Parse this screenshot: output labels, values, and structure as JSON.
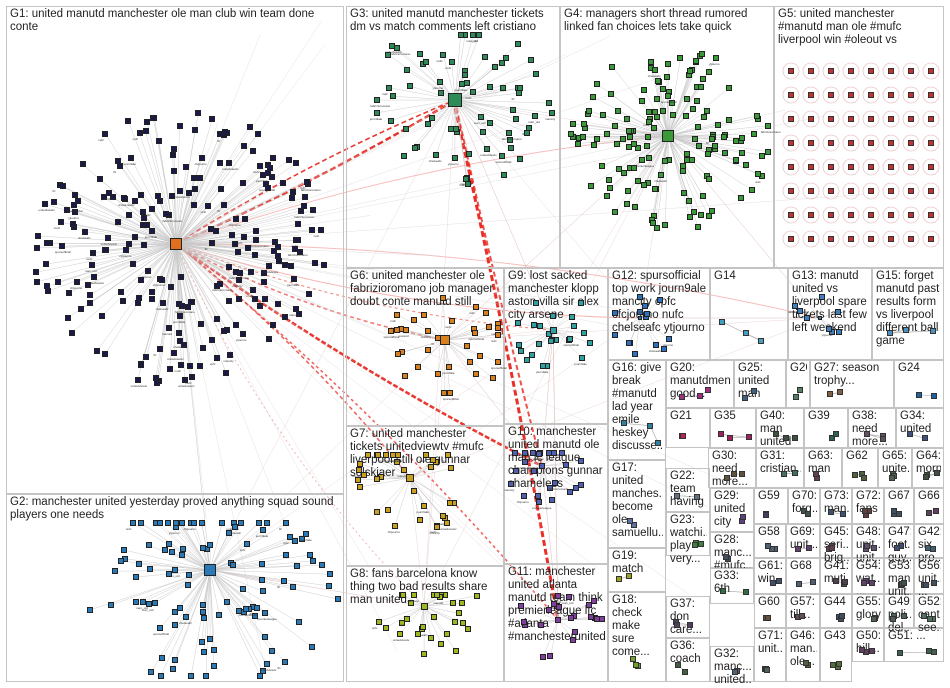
{
  "colors": {
    "edge": "#bdbdbd",
    "edge_strong": "#e8241c",
    "edge_mid": "#e89a96",
    "border": "#c4c4c4",
    "text": "#1f1f1f"
  },
  "groups": [
    {
      "id": "G1",
      "label": "G1: united manutd manchester ole man club win team done conte",
      "color": "#1a1a4a"
    },
    {
      "id": "G2",
      "label": "G2: manchester united yesterday proved anything squad sound players one needs",
      "color": "#2a7ab8"
    },
    {
      "id": "G3",
      "label": "G3: united manutd manchester tickets dm vs match comments left cristiano",
      "color": "#2e8b57"
    },
    {
      "id": "G4",
      "label": "G4: managers short thread rumored linked fan choices lets take quick",
      "color": "#3a9a3a"
    },
    {
      "id": "G5",
      "label": "G5: united manchester #manutd man ole #mufc liverpool win #oleout vs",
      "color": "#c43030"
    },
    {
      "id": "G6",
      "label": "G6: united manchester ole fabrizioromano job manager doubt conte manutd still",
      "color": "#d88020"
    },
    {
      "id": "G7",
      "label": "G7: united manchester tickets unitedviewtv #mufc liverpool still ole gunnar solskjaer",
      "color": "#c8a020"
    },
    {
      "id": "G8",
      "label": "G8: fans barcelona know thing two bad results share man united",
      "color": "#9ab820"
    },
    {
      "id": "G9",
      "label": "G9: lost sacked manchester klopp aston villa sir alex city arsene",
      "color": "#30a0a0"
    },
    {
      "id": "G10",
      "label": "G10: manchester united manutd ole man fc league champions gunnar shameless",
      "color": "#5060b0"
    },
    {
      "id": "G11",
      "label": "G11: manchester united atlanta manutd team think premierleague lfc #atlanta #manchesterunited",
      "color": "#8040a0"
    },
    {
      "id": "G12",
      "label": "G12: spursofficial top work journ9ale mancity cpfc cfcjourno nufc chelseafc ytjourno",
      "color": "#3070c0"
    },
    {
      "id": "G13",
      "label": "G13: manutd united vs liverpool spare tickets last few left weekend",
      "color": "#4080c0"
    },
    {
      "id": "G14",
      "label": "G14",
      "color": "#40a0c0"
    },
    {
      "id": "G15",
      "label": "G15: forget manutd past results form vs liverpool different ball game",
      "color": "#5090c0"
    },
    {
      "id": "G16",
      "label": "G16: give break #manutd lad year emile heskey discusse...",
      "color": "#3080a0"
    },
    {
      "id": "G17",
      "label": "G17: united manches... become ole samuellu...",
      "color": "#6070a0"
    },
    {
      "id": "G18",
      "label": "G18: check make sure come...",
      "color": "#70a030"
    },
    {
      "id": "G19",
      "label": "G19: match",
      "color": "#a0a020"
    },
    {
      "id": "G20",
      "label": "G20: manutdmen good...",
      "color": "#a03080"
    },
    {
      "id": "G21",
      "label": "G21",
      "color": "#c02050"
    },
    {
      "id": "G22",
      "label": "G22: team having",
      "color": "#607080"
    },
    {
      "id": "G23",
      "label": "G23: watchi... play very...",
      "color": "#408040"
    },
    {
      "id": "G24",
      "label": "G24",
      "color": "#2060a0"
    },
    {
      "id": "G25",
      "label": "G25: united man",
      "color": "#406080"
    },
    {
      "id": "G26",
      "label": "G26",
      "color": "#508060"
    },
    {
      "id": "G27",
      "label": "G27: season trophy...",
      "color": "#806040"
    },
    {
      "id": "G28",
      "label": "G28: manc... #mufc...",
      "color": "#405060"
    },
    {
      "id": "G29",
      "label": "G29: united city",
      "color": "#604080"
    },
    {
      "id": "G30",
      "label": "G30: need more...",
      "color": "#605040"
    },
    {
      "id": "G31",
      "label": "G31: cristian...",
      "color": "#407060"
    },
    {
      "id": "G32",
      "label": "G32: manc... united...",
      "color": "#506070"
    },
    {
      "id": "G33",
      "label": "G33: 6th",
      "color": "#307040"
    },
    {
      "id": "G34",
      "label": "G34: united",
      "color": "#405080"
    },
    {
      "id": "G35",
      "label": "G35",
      "color": "#a02060"
    },
    {
      "id": "G36",
      "label": "G36: coach",
      "color": "#406040"
    },
    {
      "id": "G37",
      "label": "G37: don care...",
      "color": "#504060"
    },
    {
      "id": "G38",
      "label": "G38: need more...",
      "color": "#605060"
    },
    {
      "id": "G39",
      "label": "G39",
      "color": "#306050"
    },
    {
      "id": "G40",
      "label": "G40: man united",
      "color": "#405040"
    },
    {
      "id": "G41",
      "label": "G41: muti...",
      "color": "#504050"
    },
    {
      "id": "G42",
      "label": "G42: six pro...",
      "color": "#406070"
    },
    {
      "id": "G43",
      "label": "G43",
      "color": "#507040"
    },
    {
      "id": "G44",
      "label": "G44",
      "color": "#405060"
    },
    {
      "id": "G45",
      "label": "G45: seri... brig...",
      "color": "#604050"
    },
    {
      "id": "G46",
      "label": "G46: man... ole...",
      "color": "#506040"
    },
    {
      "id": "G47",
      "label": "G47: foot... guy...",
      "color": "#405070"
    },
    {
      "id": "G48",
      "label": "G48: unit... unit...",
      "color": "#605070"
    },
    {
      "id": "G49",
      "label": "G49: poli... del...",
      "color": "#506060"
    },
    {
      "id": "G50",
      "label": "G50: hill...",
      "color": "#604060"
    },
    {
      "id": "G51",
      "label": "G51: ...",
      "color": "#406050"
    },
    {
      "id": "G52",
      "label": "G52: cant see...",
      "color": "#507060"
    },
    {
      "id": "G53",
      "label": "G53: man unit...",
      "color": "#405050"
    },
    {
      "id": "G54",
      "label": "G54: wat... ...",
      "color": "#604070"
    },
    {
      "id": "G55",
      "label": "G55: glory...",
      "color": "#506050"
    },
    {
      "id": "G56",
      "label": "G56: unit... ...",
      "color": "#405060"
    },
    {
      "id": "G57",
      "label": "G57: till...",
      "color": "#605050"
    },
    {
      "id": "G58",
      "label": "G58",
      "color": "#506070"
    },
    {
      "id": "G59",
      "label": "G59",
      "color": "#404060"
    },
    {
      "id": "G60",
      "label": "G60",
      "color": "#605040"
    },
    {
      "id": "G61",
      "label": "G61: win",
      "color": "#405070"
    },
    {
      "id": "G62",
      "label": "G62",
      "color": "#506040"
    },
    {
      "id": "G63",
      "label": "G63: man",
      "color": "#604050"
    },
    {
      "id": "G64",
      "label": "G64: morn...",
      "color": "#405040"
    },
    {
      "id": "G65",
      "label": "G65: unite...",
      "color": "#506050"
    },
    {
      "id": "G66",
      "label": "G66",
      "color": "#604060"
    },
    {
      "id": "G67",
      "label": "G67",
      "color": "#405060"
    },
    {
      "id": "G68",
      "label": "G68",
      "color": "#506070"
    },
    {
      "id": "G69",
      "label": "G69: unit...",
      "color": "#604070"
    },
    {
      "id": "G70",
      "label": "G70: forg...",
      "color": "#405050"
    },
    {
      "id": "G71",
      "label": "G71: unit...",
      "color": "#506060"
    },
    {
      "id": "G72",
      "label": "G72: fans",
      "color": "#604040"
    },
    {
      "id": "G73",
      "label": "G73: man...",
      "color": "#405070"
    }
  ],
  "node_labels": [
    "man_utd",
    "manutd",
    "mufc",
    "unitedviewtv",
    "fabrizioromano",
    "journ9ale",
    "cfcjourno",
    "spursofficial",
    "mancity",
    "chelseafc",
    "nufc",
    "cpfc",
    "ytjourno",
    "premierleague",
    "lfc"
  ]
}
